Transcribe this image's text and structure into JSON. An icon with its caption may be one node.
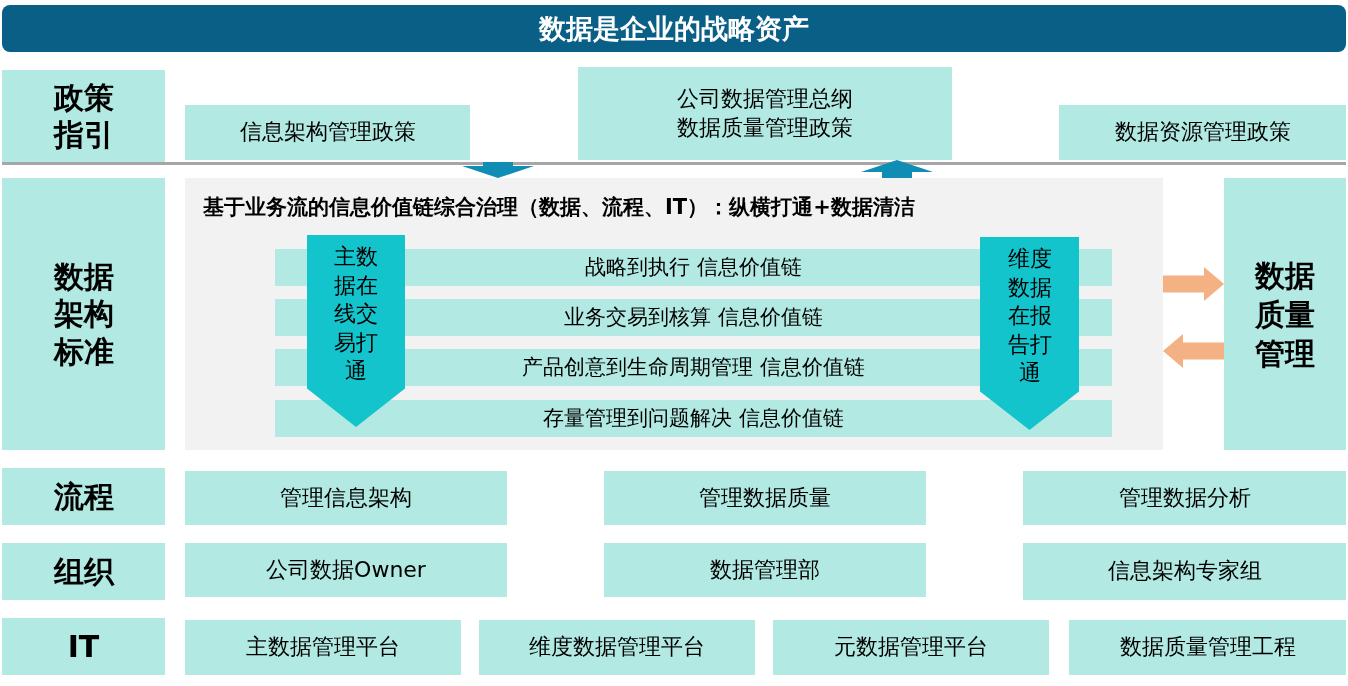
{
  "diagram": {
    "title": "数据是企业的战略资产",
    "nodes": [
      {
        "text": [
          "政策指引"
        ]
      },
      {
        "text": [
          "信息架构管理政策"
        ]
      },
      {
        "text": [
          "公司数据管理总纲",
          "数据质量管理政策"
        ]
      },
      {
        "text": [
          "数据资源管理政策"
        ]
      },
      {
        "text": [
          "数据架构标准"
        ]
      },
      {
        "text": [
          "基于业务流的信息价值链综合治理（数据、流程、IT）：纵横打通+数据清洁"
        ]
      },
      {
        "text": [
          "主数据在线交易打通"
        ],
        "in": 5
      },
      {
        "text": [
          "维度数据在报告打通"
        ],
        "in": 5
      },
      {
        "text": [
          "战略到执行 信息价值链"
        ],
        "in": 5
      },
      {
        "text": [
          "业务交易到核算 信息价值链"
        ],
        "in": 5
      },
      {
        "text": [
          "产品创意到生命周期管理 信息价值链"
        ],
        "in": 5
      },
      {
        "text": [
          "存量管理到问题解决 信息价值链"
        ],
        "in": 5
      },
      {
        "text": [
          "数据质量管理"
        ]
      },
      {
        "text": [
          "流程"
        ]
      },
      {
        "text": [
          "管理信息架构"
        ]
      },
      {
        "text": [
          "管理数据质量"
        ]
      },
      {
        "text": [
          "管理数据分析"
        ]
      },
      {
        "text": [
          "组织"
        ]
      },
      {
        "text": [
          "公司数据Owner"
        ]
      },
      {
        "text": [
          "数据管理部"
        ]
      },
      {
        "text": [
          "信息架构专家组"
        ]
      },
      {
        "text": [
          "IT"
        ]
      },
      {
        "text": [
          "主数据管理平台"
        ]
      },
      {
        "text": [
          "维度数据管理平台"
        ]
      },
      {
        "text": [
          "元数据管理平台"
        ]
      },
      {
        "text": [
          "数据质量管理工程"
        ]
      }
    ],
    "edges": [
      {
        "from": null,
        "to": 5,
        "arrow": "to",
        "color": "#0f8db5"
      },
      {
        "from": 5,
        "to": 2,
        "arrow": "to",
        "color": "#0f8db5"
      },
      {
        "from": 5,
        "to": 12,
        "arrow": "to",
        "color": "#f4b183"
      },
      {
        "from": 12,
        "to": 5,
        "arrow": "to",
        "color": "#f4b183"
      }
    ]
  }
}
